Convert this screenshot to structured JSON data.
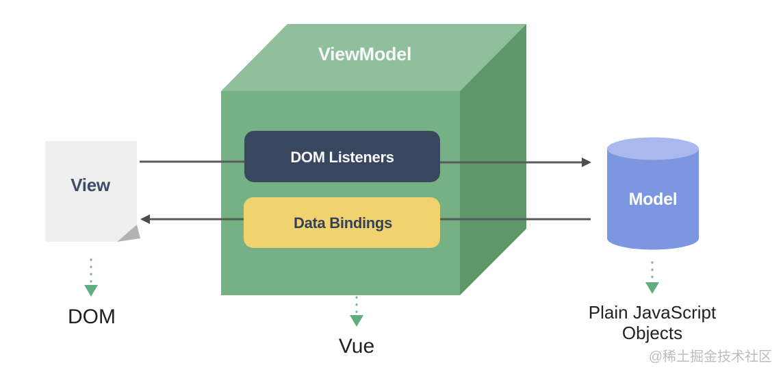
{
  "diagram": {
    "view": {
      "label": "View",
      "caption": "DOM"
    },
    "viewmodel": {
      "label": "ViewModel",
      "dom_listeners_label": "DOM Listeners",
      "data_bindings_label": "Data Bindings",
      "caption": "Vue"
    },
    "model": {
      "label": "Model",
      "caption_lines": [
        "Plain JavaScript",
        "Objects"
      ]
    },
    "watermark": "@稀土掘金技术社区"
  },
  "colors": {
    "cube_top": "#8fbf9c",
    "cube_front": "#75b185",
    "cube_side": "#5e9769",
    "dom_listeners_box": "#38465e",
    "dom_listeners_text": "#f7f8fa",
    "data_bindings_box": "#f0d26e",
    "data_bindings_text": "#32405b",
    "viewmodel_text": "#f7f8fa",
    "model_body": "#7d96e2",
    "model_top": "#a9b8ed",
    "model_text": "#ffffff",
    "paper": "#efefef",
    "paper_fold": "#b3b3b3",
    "view_text": "#3c4d68",
    "arrow": "#5a5a5a",
    "arrow_head": "#4d4d4d",
    "dotted_line": "#7db091",
    "dotted_head": "#5fae7f",
    "caption_text": "#212121",
    "watermark_text": "#bdbdbd"
  }
}
